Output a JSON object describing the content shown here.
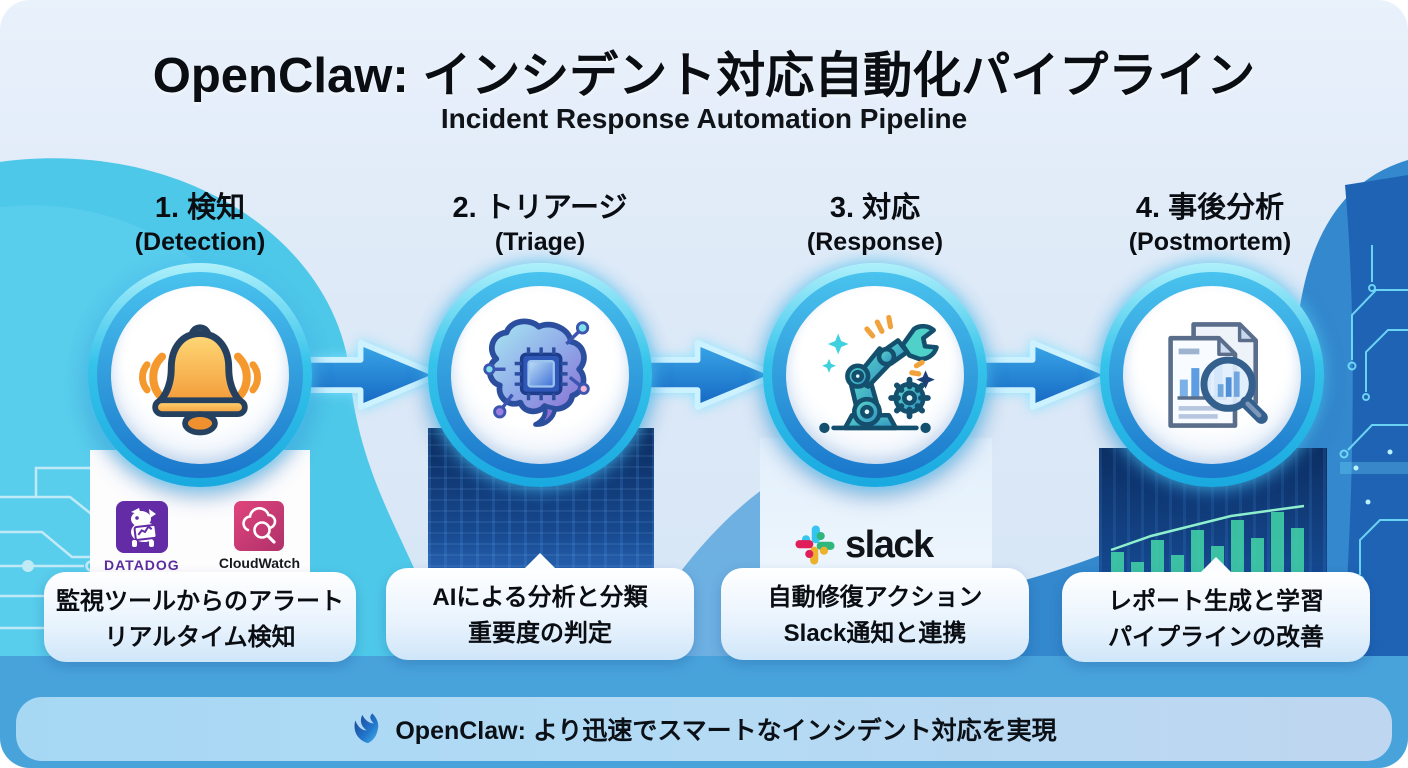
{
  "header": {
    "title": "OpenClaw: インシデント対応自動化パイプライン",
    "subtitle": "Incident Response Automation Pipeline"
  },
  "stages": [
    {
      "number_label": "1. 検知",
      "en_label": "(Detection)",
      "icon": "alert-bell-icon",
      "caption_line1": "監視ツールからのアラート",
      "caption_line2": "リアルタイム検知"
    },
    {
      "number_label": "2. トリアージ",
      "en_label": "(Triage)",
      "icon": "ai-brain-chip-icon",
      "caption_line1": "AIによる分析と分類",
      "caption_line2": "重要度の判定"
    },
    {
      "number_label": "3. 対応",
      "en_label": "(Response)",
      "icon": "robot-arm-wrench-icon",
      "caption_line1": "自動修復アクション",
      "caption_line2": "Slack通知と連携"
    },
    {
      "number_label": "4. 事後分析",
      "en_label": "(Postmortem)",
      "icon": "report-magnifier-icon",
      "caption_line1": "レポート生成と学習",
      "caption_line2": "パイプラインの改善"
    }
  ],
  "integrations": {
    "datadog_label": "DATADOG",
    "cloudwatch_label": "CloudWatch",
    "slack_label": "slack"
  },
  "footer": {
    "text": "OpenClaw: より迅速でスマートなインシデント対応を実現"
  },
  "colors": {
    "accent_cyan": "#4fc8e9",
    "pipeline_blue": "#1d72c8",
    "deep_blue": "#1f63b4",
    "band_blue": "#49a3db",
    "footer_bar_blue": "#aedcf5",
    "ring_cyan": "#35c3ea",
    "bell_orange": "#f5a13b",
    "datadog_purple": "#632ca6",
    "cloudwatch_red": "#d13265",
    "slack_blue": "#36C5F0",
    "slack_green": "#2EB67D",
    "slack_yellow": "#ECB22E",
    "slack_red": "#E01E5A"
  }
}
